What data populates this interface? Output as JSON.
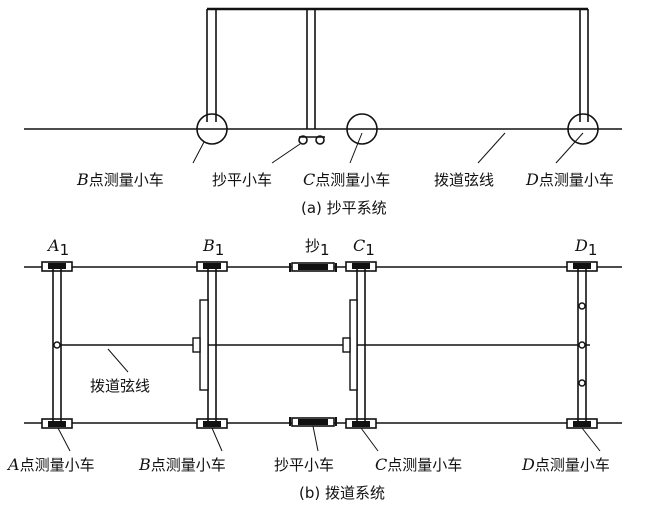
{
  "top": {
    "labels": {
      "b_cart": {
        "letter": "B",
        "text": "点测量小车"
      },
      "level_cart": {
        "text": "抄平小车"
      },
      "c_cart": {
        "letter": "C",
        "text": "点测量小车"
      },
      "chord": {
        "text": "拨道弦线"
      },
      "d_cart": {
        "letter": "D",
        "text": "点测量小车"
      }
    },
    "caption": "(a) 抄平系统"
  },
  "bottom": {
    "top_labels": {
      "a1": {
        "letter": "A",
        "sub": "1"
      },
      "b1": {
        "letter": "B",
        "sub": "1"
      },
      "chao1": {
        "text": "抄",
        "sub": "1"
      },
      "c1": {
        "letter": "C",
        "sub": "1"
      },
      "d1": {
        "letter": "D",
        "sub": "1"
      }
    },
    "chord_label": "拨道弦线",
    "bottom_labels": {
      "a_cart": {
        "letter": "A",
        "text": "点测量小车"
      },
      "b_cart": {
        "letter": "B",
        "text": "点测量小车"
      },
      "level_cart": {
        "text": "抄平小车"
      },
      "c_cart": {
        "letter": "C",
        "text": "点测量小车"
      },
      "d_cart": {
        "letter": "D",
        "text": "点测量小车"
      }
    },
    "caption": "(b) 拨道系统"
  }
}
